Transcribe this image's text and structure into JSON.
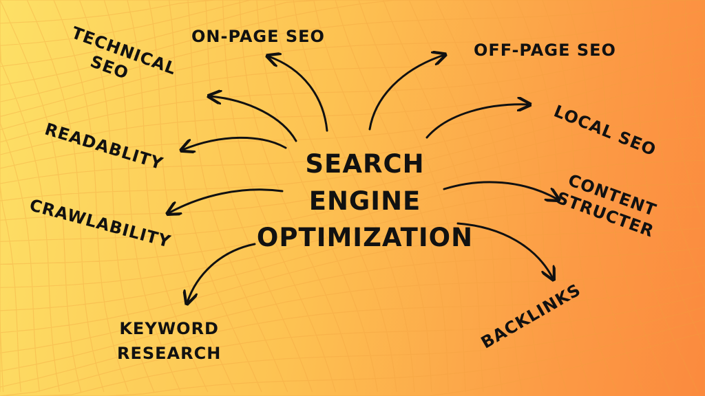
{
  "center": {
    "line1": "SEARCH",
    "line2": "ENGINE",
    "line3": "OPTIMIZATION"
  },
  "branches": {
    "technical_seo": {
      "line1": "TECHNICAL",
      "line2": "SEO"
    },
    "on_page_seo": "ON-PAGE SEO",
    "off_page_seo": "OFF-PAGE SEO",
    "local_seo": "LOCAL SEO",
    "readablity": "READABLITY",
    "crawlability": "CRAWLABILITY",
    "content_structer": {
      "line1": "CONTENT",
      "line2": "STRUCTER"
    },
    "backlinks": "BACKLINKS",
    "keyword_research": {
      "line1": "KEYWORD",
      "line2": "RESEARCH"
    }
  },
  "colors": {
    "bg_left": "#fde066",
    "bg_right": "#fb8a3e",
    "text": "#111111"
  }
}
